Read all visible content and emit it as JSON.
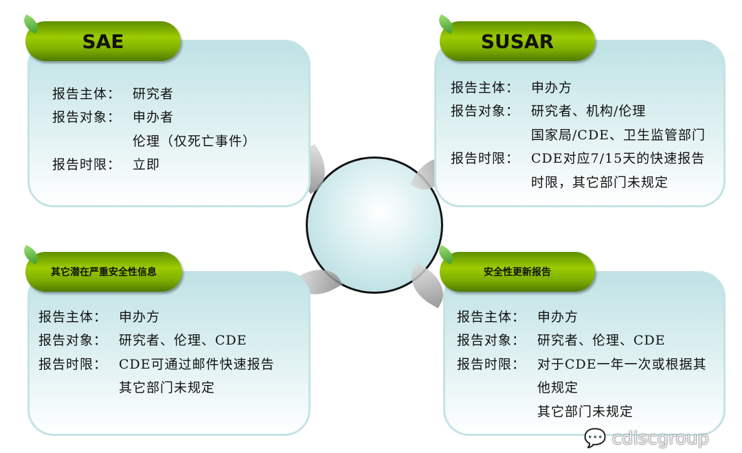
{
  "center_icon": "magnifier-circle",
  "colors": {
    "tab_green": "#9ccc00",
    "card_bg": "#bfe2e5",
    "card_border": "#c3e3e6"
  },
  "cards": [
    {
      "title": "SAE",
      "rows": [
        {
          "label": "报告主体：",
          "value": "研究者"
        },
        {
          "label": "报告对象：",
          "value": "申办者"
        },
        {
          "label": "",
          "value": "伦理（仅死亡事件）"
        },
        {
          "label": "报告时限：",
          "value": "立即"
        }
      ]
    },
    {
      "title": "SUSAR",
      "rows": [
        {
          "label": "报告主体：",
          "value": "申办方"
        },
        {
          "label": "报告对象：",
          "value": "研究者、机构/伦理"
        },
        {
          "label": "",
          "value": "国家局/CDE、卫生监管部门"
        },
        {
          "label": "报告时限：",
          "value": "CDE对应7/15天的快速报告"
        },
        {
          "label": "",
          "value": "时限，其它部门未规定"
        }
      ]
    },
    {
      "title": "其它潜在严重安全性信息",
      "rows": [
        {
          "label": "报告主体：",
          "value": "申办方"
        },
        {
          "label": "报告对象：",
          "value": "研究者、伦理、CDE"
        },
        {
          "label": "报告时限：",
          "value": "CDE可通过邮件快速报告"
        },
        {
          "label": "",
          "value": "其它部门未规定"
        }
      ]
    },
    {
      "title": "安全性更新报告",
      "rows": [
        {
          "label": "报告主体：",
          "value": "申办方"
        },
        {
          "label": "报告对象：",
          "value": "研究者、伦理、CDE"
        },
        {
          "label": "报告时限：",
          "value": "对于CDE一年一次或根据其"
        },
        {
          "label": "",
          "value": "他规定"
        },
        {
          "label": "",
          "value": "其它部门未规定"
        }
      ]
    }
  ],
  "watermark": "cdiscgroup"
}
